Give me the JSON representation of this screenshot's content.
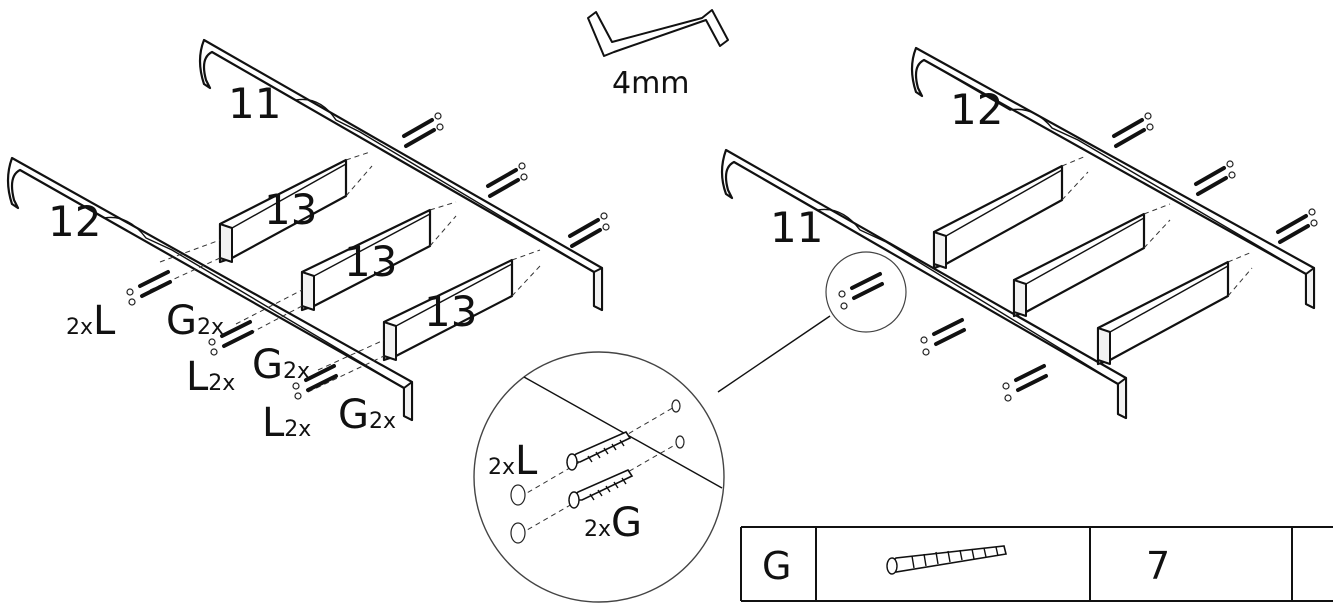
{
  "tool": {
    "label": "4mm"
  },
  "left_assembly": {
    "part_top": "11",
    "part_bottom": "12",
    "slats": [
      "13",
      "13",
      "13"
    ],
    "screw_labels": [
      {
        "qty": "2x",
        "letter": "L",
        "order": "prefix"
      },
      {
        "qty": "2x",
        "letter": "G",
        "order": "suffix"
      },
      {
        "qty": "2x",
        "letter": "L",
        "order": "suffix"
      },
      {
        "qty": "2x",
        "letter": "G",
        "order": "suffix"
      },
      {
        "qty": "2x",
        "letter": "L",
        "order": "suffix"
      },
      {
        "qty": "2x",
        "letter": "G",
        "order": "suffix"
      }
    ]
  },
  "right_assembly": {
    "part_top": "12",
    "part_bottom": "11"
  },
  "detail": {
    "label_l": {
      "qty": "2x",
      "letter": "L"
    },
    "label_g": {
      "qty": "2x",
      "letter": "G"
    }
  },
  "parts_table": {
    "rows": [
      {
        "letter": "G",
        "icon": "cam-screw-icon",
        "quantity": "7"
      }
    ]
  }
}
